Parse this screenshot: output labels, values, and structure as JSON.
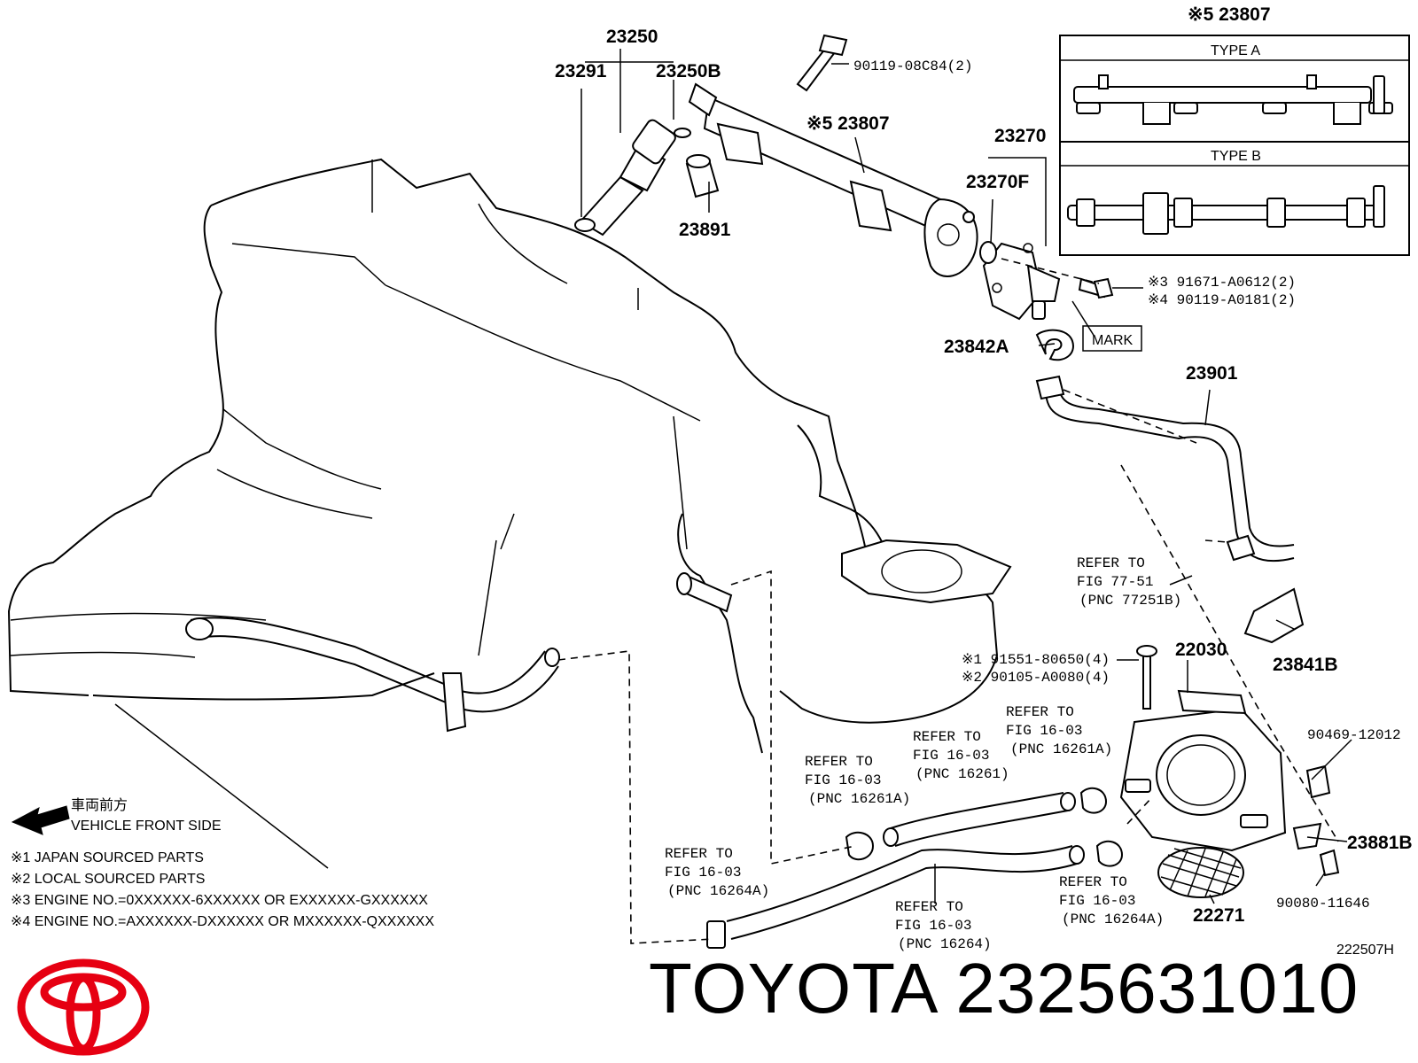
{
  "parts": {
    "p23250": "23250",
    "p23291": "23291",
    "p23250B": "23250B",
    "p23891": "23891",
    "p90119_08C84": "90119-08C84(2)",
    "p23807_main": "※5 23807",
    "p23807_top": "※5 23807",
    "p23270": "23270",
    "p23270F": "23270F",
    "p91671": "※3 91671-A0612(2)",
    "p90119_A0181": "※4 90119-A0181(2)",
    "mark": "MARK",
    "p23842A": "23842A",
    "p23901": "23901",
    "p23841B": "23841B",
    "p22030": "22030",
    "p91551": "※1 91551-80650(4)",
    "p90105": "※2 90105-A0080(4)",
    "p90469": "90469-12012",
    "p23881B": "23881B",
    "p90080": "90080-11646",
    "p22271": "22271"
  },
  "inset": {
    "type_a": "TYPE A",
    "type_b": "TYPE B"
  },
  "refs": {
    "r77_51": [
      "REFER TO",
      "FIG 77-51",
      "(PNC 77251B)"
    ],
    "r16261A_right": [
      "REFER TO",
      "FIG 16-03",
      "(PNC 16261A)"
    ],
    "r16261": [
      "REFER TO",
      "FIG 16-03",
      "(PNC 16261)"
    ],
    "r16261A_left": [
      "REFER TO",
      "FIG 16-03",
      "(PNC 16261A)"
    ],
    "r16264A_left": [
      "REFER TO",
      "FIG 16-03",
      "(PNC 16264A)"
    ],
    "r16264": [
      "REFER TO",
      "FIG 16-03",
      "(PNC 16264)"
    ],
    "r16264A_right": [
      "REFER TO",
      "FIG 16-03",
      "(PNC 16264A)"
    ]
  },
  "direction": {
    "jp": "車両前方",
    "en": "VEHICLE FRONT SIDE"
  },
  "notes": [
    "※1 JAPAN SOURCED PARTS",
    "※2 LOCAL SOURCED PARTS",
    "※3 ENGINE NO.=0XXXXXX-6XXXXXX OR EXXXXXX-GXXXXXX",
    "※4 ENGINE NO.=AXXXXXX-DXXXXXX OR MXXXXXX-QXXXXXX"
  ],
  "diagram_code": "222507H",
  "brand": {
    "text": "TOYOTA 2325631010",
    "logo_color": "#e60012",
    "logo_icon": "toyota-logo"
  }
}
